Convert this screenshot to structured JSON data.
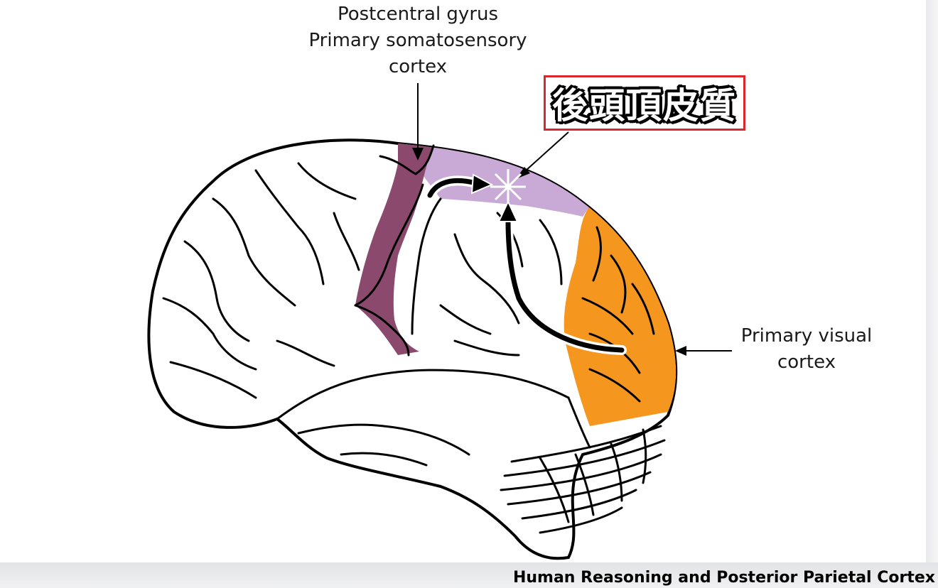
{
  "labels": {
    "postcentral": [
      "Postcentral gyrus",
      "Primary somatosensory",
      "cortex"
    ],
    "visual": [
      "Primary visual",
      "cortex"
    ]
  },
  "callout": {
    "text": "後頭頂皮質"
  },
  "caption": "Human Reasoning and Posterior Parietal Cortex",
  "colors": {
    "somatosensory": "#8b4a6d",
    "parietal": "#c9a9d6",
    "visual": "#f5961f",
    "callout_border": "#d9272e"
  }
}
